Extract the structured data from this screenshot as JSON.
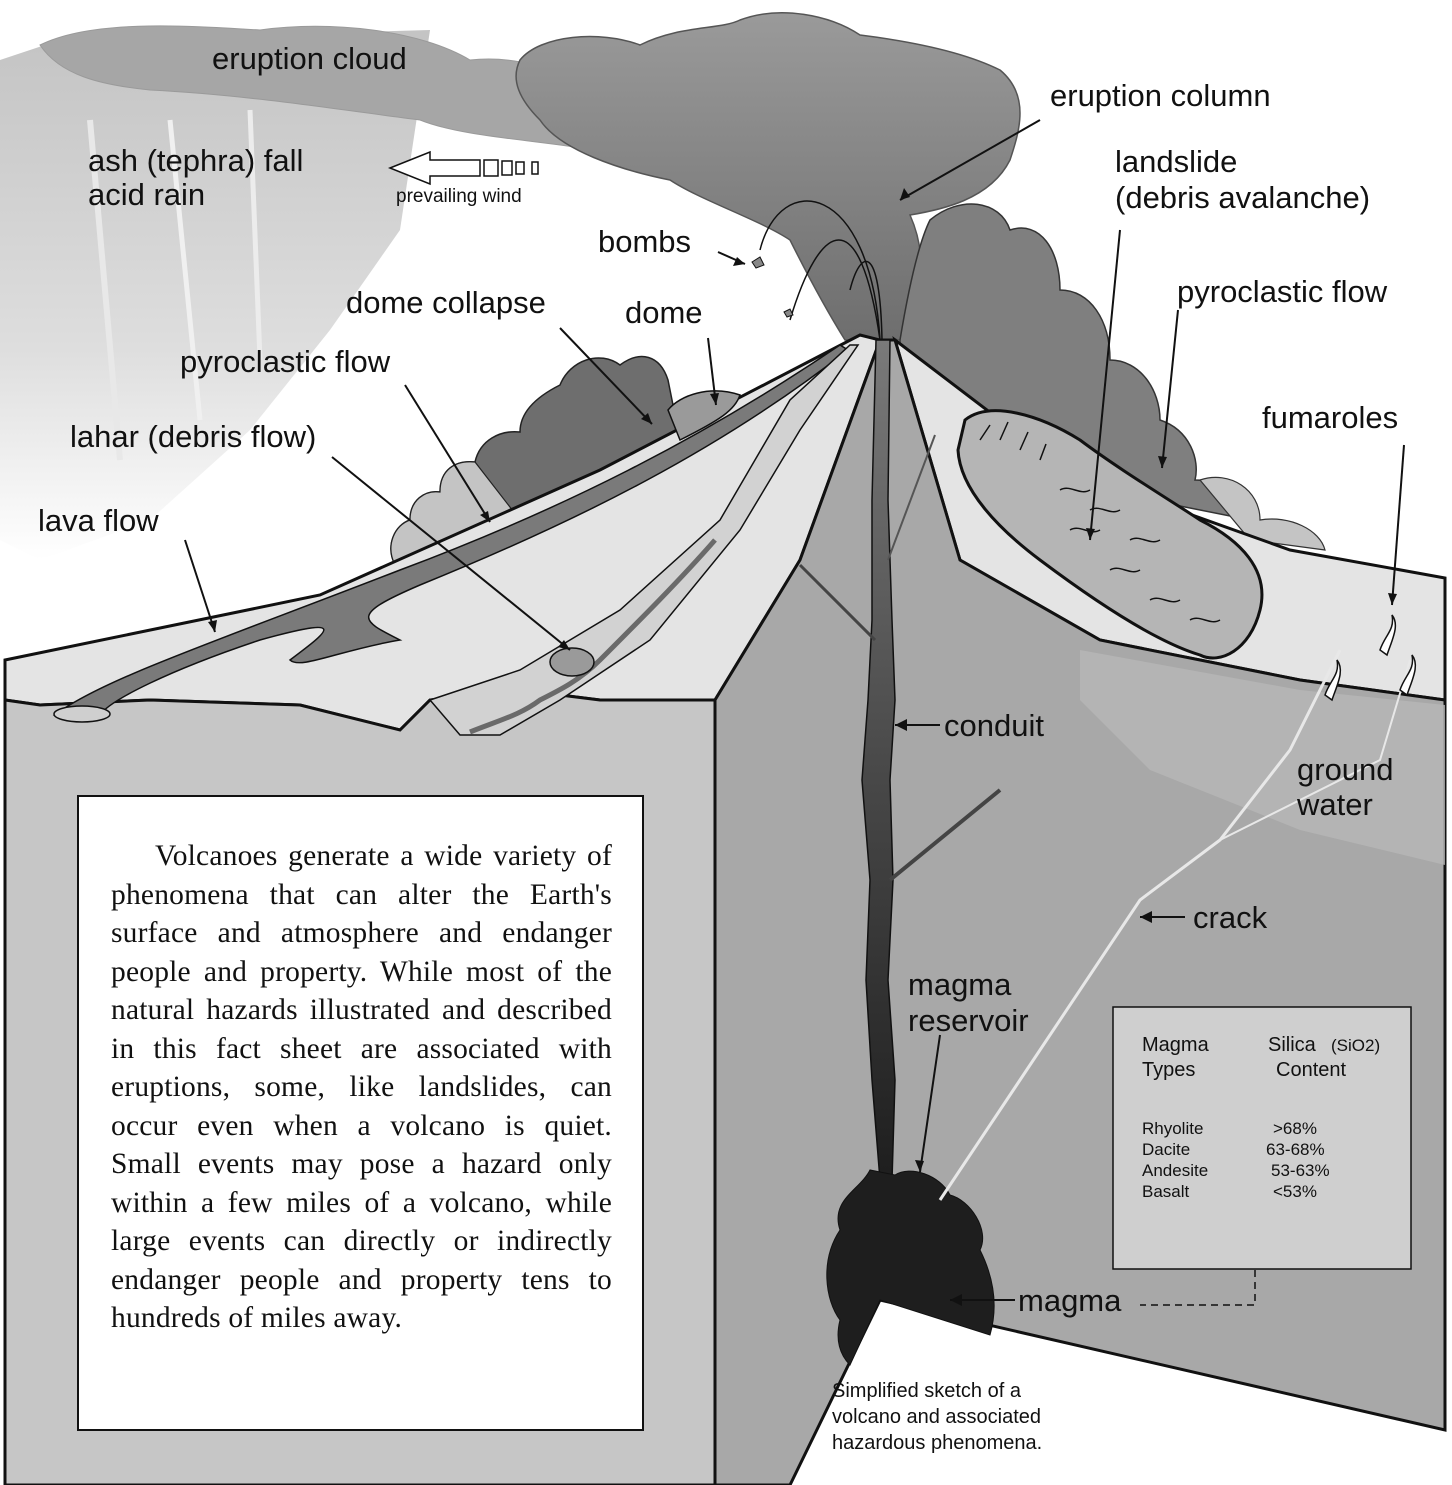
{
  "labels": {
    "eruption_cloud": "eruption cloud",
    "ash_fall": "ash (tephra) fall",
    "acid_rain": "acid rain",
    "prevailing_wind": "prevailing wind",
    "eruption_column": "eruption column",
    "bombs": "bombs",
    "landslide_1": "landslide",
    "landslide_2": "(debris avalanche)",
    "pyroclastic_flow_right": "pyroclastic flow",
    "dome_collapse": "dome collapse",
    "dome": "dome",
    "pyroclastic_flow_left": "pyroclastic flow",
    "fumaroles": "fumaroles",
    "lahar": "lahar (debris flow)",
    "lava_flow": "lava flow",
    "conduit": "conduit",
    "ground_water_1": "ground",
    "ground_water_2": "water",
    "crack": "crack",
    "magma_reservoir_1": "magma",
    "magma_reservoir_2": "reservoir",
    "magma": "magma"
  },
  "description": "Volcanoes generate a wide variety of phenomena that can alter the Earth's surface and atmosphere and endanger people and property. While most of the natural hazards illustrated and described in this fact sheet are associated with eruptions, some, like landslides, can occur even when a volcano is quiet. Small events may pose a hazard only within a few miles of a volcano, while large events can directly or indirectly endanger people and property tens to hundreds of miles away.",
  "magma_table": {
    "col1_line1": "Magma",
    "col1_line2": "Types",
    "col2_line1": "Silica",
    "col2_formula": "(SiO2)",
    "col2_line2": "Content",
    "rows": [
      {
        "type": "Rhyolite",
        "silica": ">68%"
      },
      {
        "type": "Dacite",
        "silica": "63-68%"
      },
      {
        "type": "Andesite",
        "silica": "53-63%"
      },
      {
        "type": "Basalt",
        "silica": "<53%"
      }
    ]
  },
  "caption": {
    "line1": "Simplified  sketch of a",
    "line2": "volcano and associated",
    "line3": "hazardous phenomena."
  },
  "colors": {
    "cloud": "#9d9d9d",
    "column": "#8a8a8a",
    "ground_front": "#c6c6c6",
    "cross_section": "#a8a8a8",
    "surface": "#e4e4e4",
    "magma": "#1e1e1e",
    "flow": "#6f6f6f"
  }
}
